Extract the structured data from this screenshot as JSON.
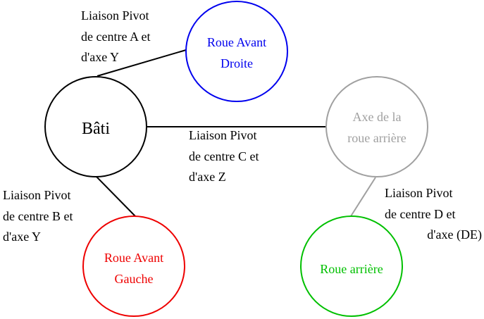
{
  "colors": {
    "bati": "#000000",
    "roue_avant_droite": "#0000ee",
    "axe_roue_arriere": "#a0a0a0",
    "roue_avant_gauche": "#ee0000",
    "roue_arriere": "#00c000",
    "link": "#000000",
    "link_gray": "#a0a0a0"
  },
  "nodes": {
    "bati": [
      "Bâti"
    ],
    "roue_avant_droite": [
      "Roue Avant",
      "Droite"
    ],
    "axe_roue_arriere": [
      "Axe de la",
      "roue arrière"
    ],
    "roue_avant_gauche": [
      "Roue Avant",
      "Gauche"
    ],
    "roue_arriere": [
      "Roue arrière"
    ]
  },
  "links": {
    "a": [
      "Liaison Pivot",
      "de centre A et",
      "d'axe Y"
    ],
    "b": [
      "Liaison Pivot",
      "de centre B et",
      "d'axe Y"
    ],
    "c": [
      "Liaison Pivot",
      "de centre C et",
      "d'axe Z"
    ],
    "d": [
      "Liaison Pivot",
      "de centre D et",
      "d'axe (DE)"
    ]
  }
}
